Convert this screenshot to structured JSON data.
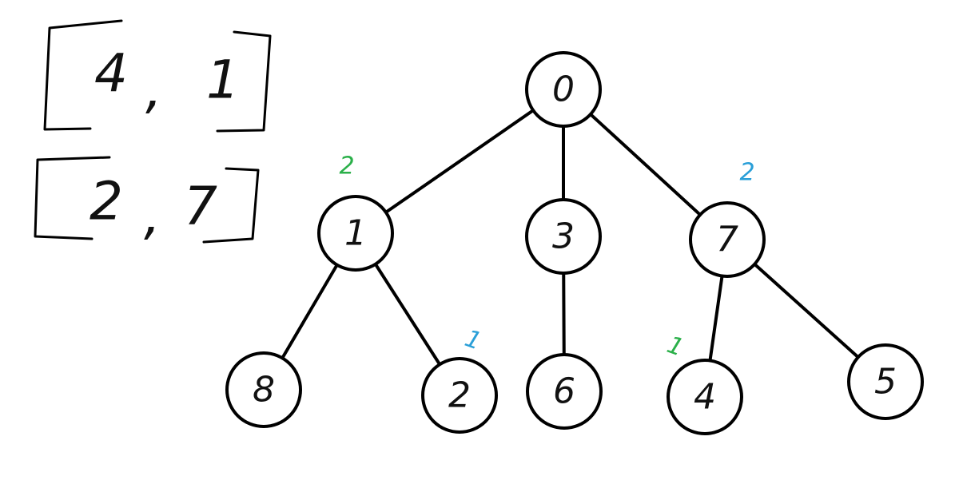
{
  "pairs": [
    {
      "first": "4",
      "sep": ",",
      "second": "1"
    },
    {
      "first": "2",
      "sep": ",",
      "second": "7"
    }
  ],
  "tree": {
    "nodes": [
      {
        "id": "0",
        "label": "0"
      },
      {
        "id": "1",
        "label": "1"
      },
      {
        "id": "3",
        "label": "3"
      },
      {
        "id": "7",
        "label": "7"
      },
      {
        "id": "8",
        "label": "8"
      },
      {
        "id": "2",
        "label": "2"
      },
      {
        "id": "6",
        "label": "6"
      },
      {
        "id": "4",
        "label": "4"
      },
      {
        "id": "5",
        "label": "5"
      }
    ],
    "edges": [
      {
        "from": "0",
        "to": "1"
      },
      {
        "from": "0",
        "to": "3"
      },
      {
        "from": "0",
        "to": "7"
      },
      {
        "from": "1",
        "to": "8"
      },
      {
        "from": "1",
        "to": "2"
      },
      {
        "from": "3",
        "to": "6"
      },
      {
        "from": "7",
        "to": "4"
      },
      {
        "from": "7",
        "to": "5"
      }
    ]
  },
  "annotations": [
    {
      "near": "1",
      "text": "2",
      "color": "#2bb04a"
    },
    {
      "near": "7",
      "text": "2",
      "color": "#2a9fd8"
    },
    {
      "near": "2",
      "text": "1",
      "color": "#2a9fd8"
    },
    {
      "near": "4",
      "text": "1",
      "color": "#2bb04a"
    }
  ]
}
